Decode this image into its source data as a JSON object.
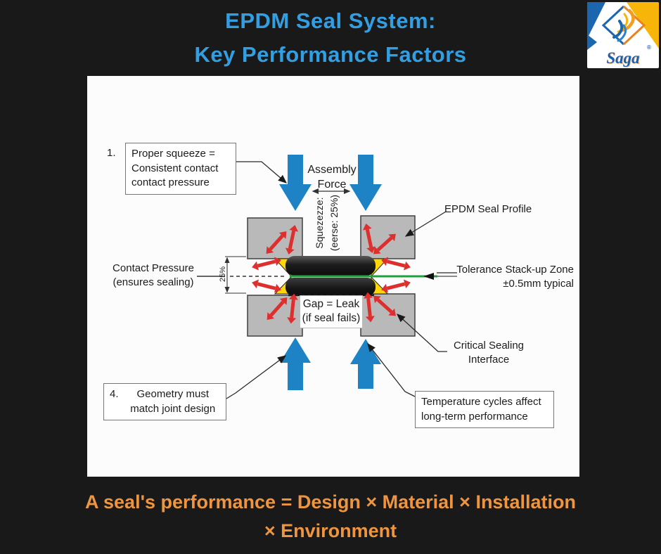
{
  "header": {
    "title_line1": "EPDM Seal System:",
    "title_line2": "Key Performance Factors"
  },
  "logo": {
    "brand": "Saga",
    "registered_mark": "®"
  },
  "diagram": {
    "callout1": {
      "number": "1.",
      "text": "Proper squeeze =\nConsistent contact\ncontact pressure"
    },
    "assembly_force_label": "Assembly\nForce",
    "squeeze_rotated_line1": "Squezezze:",
    "squeeze_rotated_line2": "(eerse: 25%)",
    "epdm_profile_label": "EPDM Seal Profile",
    "contact_pressure_label": "Contact Pressure\n(ensures sealing)",
    "squeeze_dimension": "25%",
    "tolerance_label": "Tolerance Stack-up Zone\n±0.5mm typical",
    "gap_leak_label": "Gap = Leak\n(if seal fails)",
    "critical_interface_label": "Critical Sealing\nInterface",
    "callout4": {
      "number": "4.",
      "text": "Geometry must\nmatch joint design"
    },
    "temperature_label": "Temperature cycles affect\nlong-term performance"
  },
  "footer": {
    "caption_line1": "A seal's performance = Design × Material × Installation",
    "caption_line2": "× Environment"
  },
  "colors": {
    "background": "#191919",
    "title_blue": "#339FE3",
    "caption_orange": "#F0953F",
    "force_arrow_blue": "#1D83C4",
    "stress_arrow_red": "#DE2F2F",
    "seal_black": "#1E1E1E",
    "gap_yellow": "#FFD60A",
    "tolerance_green": "#1FA23E",
    "block_gray": "#B9B9B9"
  }
}
